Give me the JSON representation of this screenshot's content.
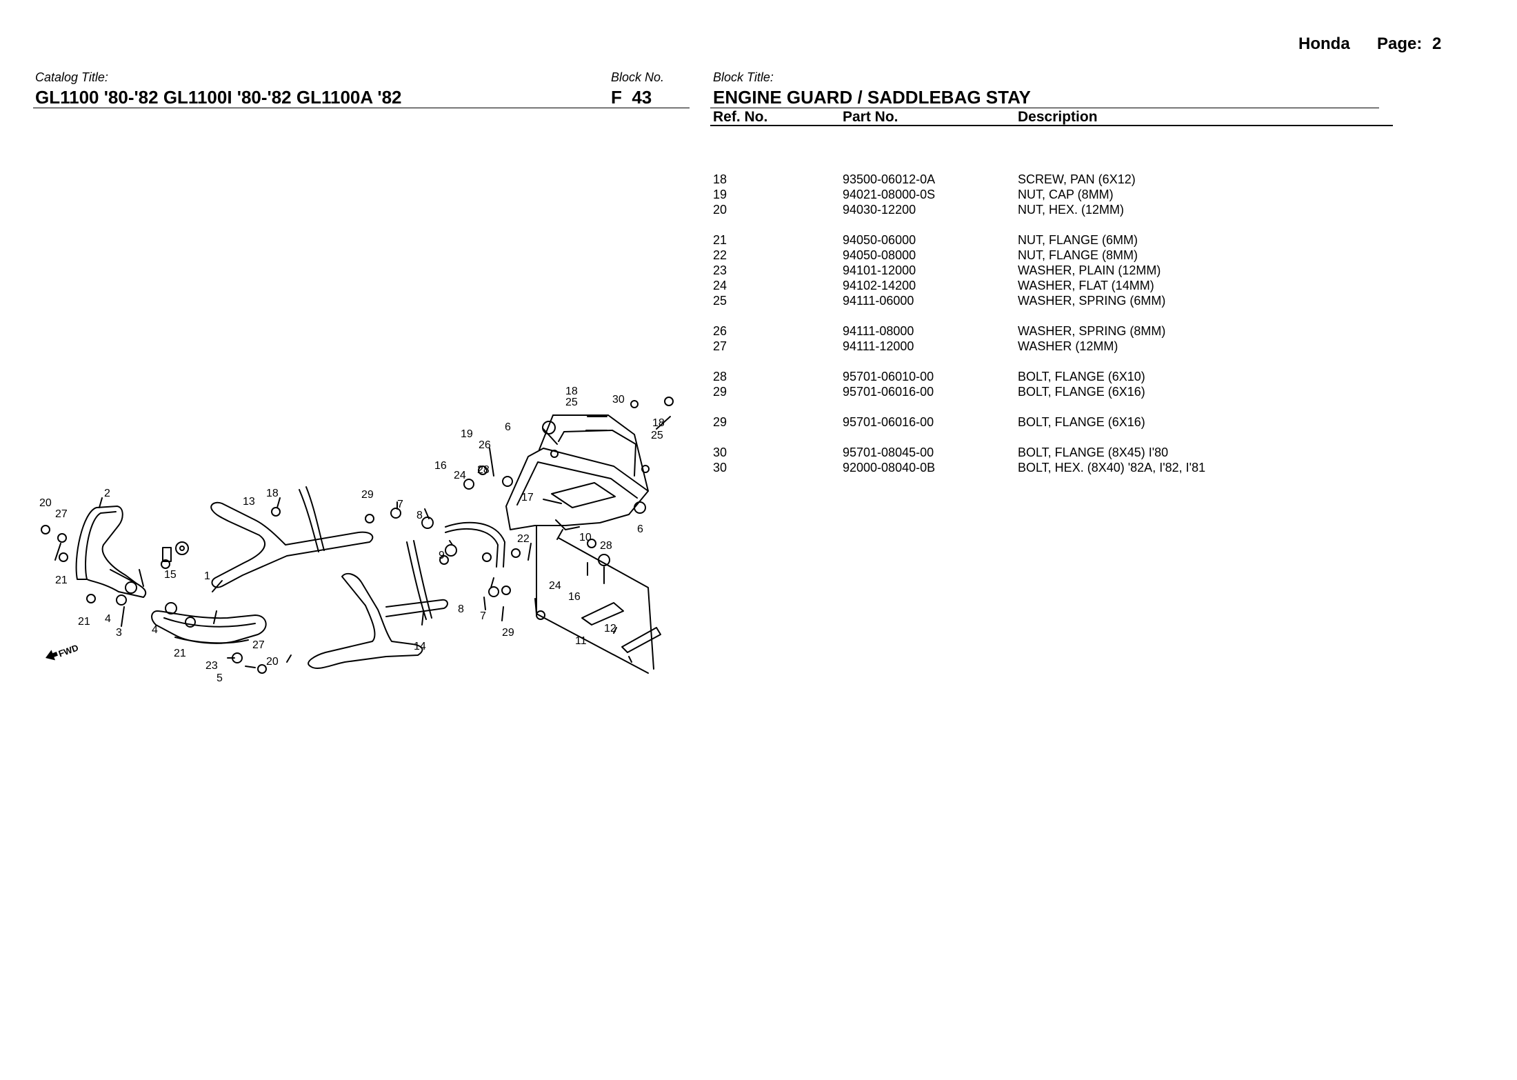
{
  "header": {
    "brand": "Honda",
    "page_label": "Page:",
    "page_number": "2"
  },
  "catalog": {
    "caption": "Catalog Title:",
    "title": "GL1100 '80-'82 GL1100I '80-'82 GL1100A '82"
  },
  "block_no": {
    "caption": "Block No.",
    "value": "F  43"
  },
  "block_title": {
    "caption": "Block Title:",
    "value": "ENGINE GUARD / SADDLEBAG STAY"
  },
  "table": {
    "columns": [
      "Ref. No.",
      "Part No.",
      "Description"
    ],
    "rows": [
      {
        "ref": "18",
        "part": "93500-06012-0A",
        "desc": "SCREW, PAN (6X12)"
      },
      {
        "ref": "19",
        "part": "94021-08000-0S",
        "desc": "NUT, CAP (8MM)"
      },
      {
        "ref": "20",
        "part": "94030-12200",
        "desc": "NUT, HEX. (12MM)"
      },
      {
        "ref": "21",
        "part": "94050-06000",
        "desc": "NUT, FLANGE (6MM)"
      },
      {
        "ref": "22",
        "part": "94050-08000",
        "desc": "NUT, FLANGE (8MM)"
      },
      {
        "ref": "23",
        "part": "94101-12000",
        "desc": "WASHER, PLAIN (12MM)"
      },
      {
        "ref": "24",
        "part": "94102-14200",
        "desc": "WASHER, FLAT (14MM)"
      },
      {
        "ref": "25",
        "part": "94111-06000",
        "desc": "WASHER, SPRING (6MM)"
      },
      {
        "ref": "26",
        "part": "94111-08000",
        "desc": "WASHER, SPRING (8MM)"
      },
      {
        "ref": "27",
        "part": "94111-12000",
        "desc": "WASHER (12MM)"
      },
      {
        "ref": "28",
        "part": "95701-06010-00",
        "desc": "BOLT, FLANGE (6X10)"
      },
      {
        "ref": "29",
        "part": "95701-06016-00",
        "desc": "BOLT, FLANGE (6X16)"
      },
      {
        "ref": "29",
        "part": "95701-06016-00",
        "desc": "BOLT, FLANGE (6X16)"
      },
      {
        "ref": "30",
        "part": "95701-08045-00",
        "desc": "BOLT, FLANGE (8X45) I'80"
      },
      {
        "ref": "30",
        "part": "92000-08040-0B",
        "desc": "BOLT, HEX. (8X40)  '82A, I'82, I'81"
      }
    ]
  },
  "diagram": {
    "fwd_label": "FWD",
    "callouts": [
      "1",
      "2",
      "3",
      "4",
      "4",
      "5",
      "6",
      "6",
      "7",
      "7",
      "8",
      "8",
      "9",
      "10",
      "11",
      "12",
      "13",
      "14",
      "15",
      "16",
      "16",
      "17",
      "18",
      "18",
      "18",
      "19",
      "20",
      "20",
      "21",
      "21",
      "21",
      "22",
      "23",
      "24",
      "24",
      "25",
      "25",
      "26",
      "27",
      "27",
      "28",
      "28",
      "29",
      "29",
      "30"
    ]
  }
}
